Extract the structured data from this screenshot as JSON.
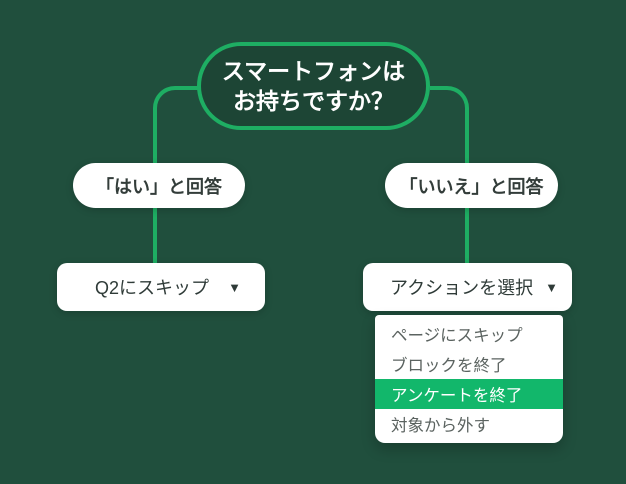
{
  "colors": {
    "background": "#204F3D",
    "node_fill": "#1D4535",
    "accent_green": "#1EAE63",
    "highlight_green": "#12B76B",
    "label_text": "#333D3A",
    "menu_text": "#5B6360"
  },
  "icons": {
    "caret": "▼"
  },
  "question": {
    "line1": "スマートフォンは",
    "line2": "お持ちですか？"
  },
  "branches": {
    "yes": {
      "label": "「はい」と回答",
      "action": "Q2にスキップ"
    },
    "no": {
      "label": "「いいえ」と回答",
      "action": "アクションを選択"
    }
  },
  "menu": {
    "items": [
      {
        "label": "ページにスキップ",
        "highlighted": false
      },
      {
        "label": "ブロックを終了",
        "highlighted": false
      },
      {
        "label": "アンケートを終了",
        "highlighted": true
      },
      {
        "label": "対象から外す",
        "highlighted": false
      }
    ]
  }
}
